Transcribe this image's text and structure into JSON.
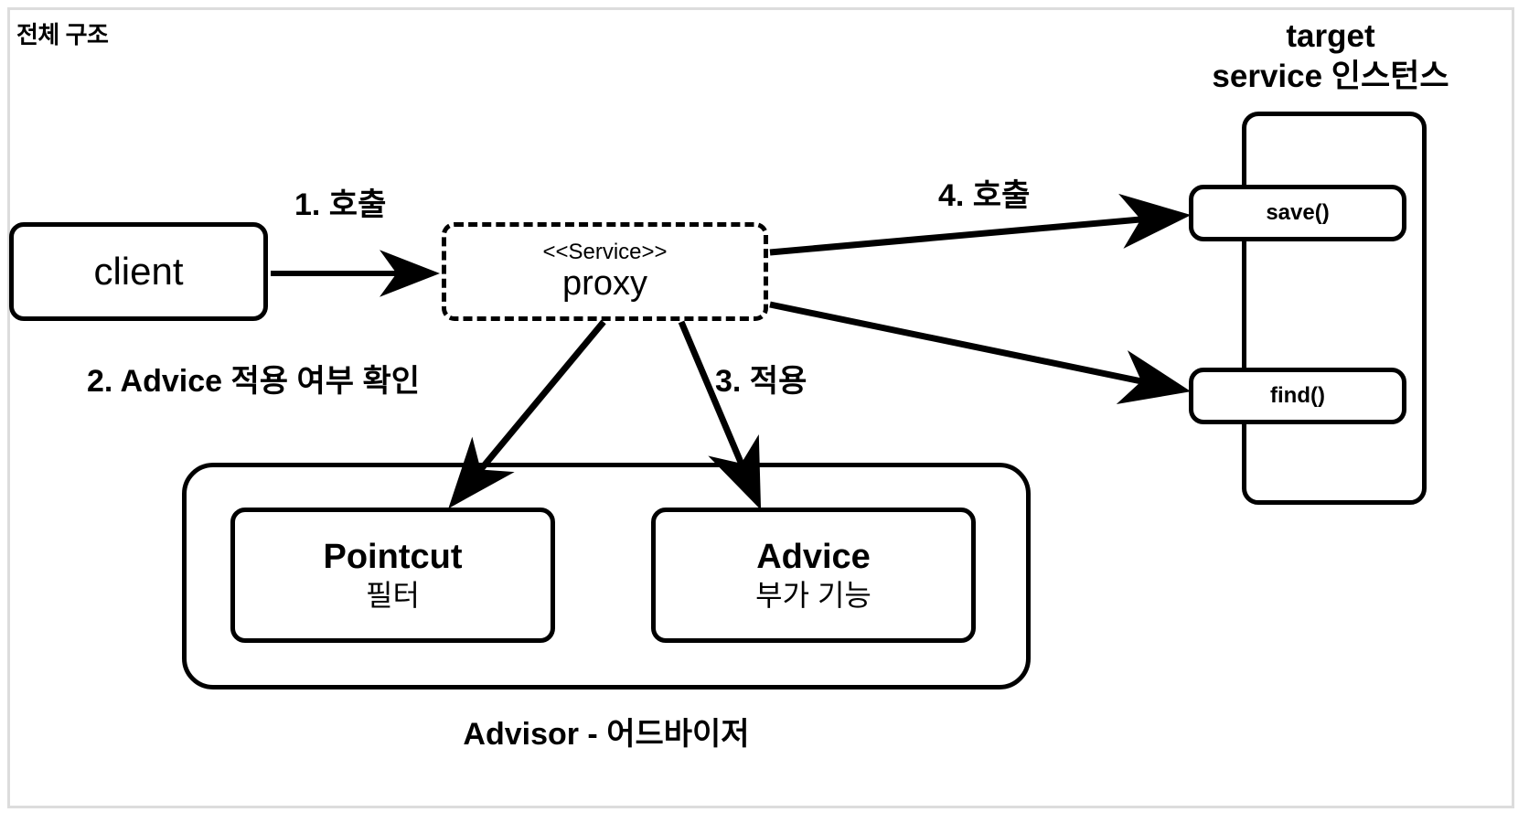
{
  "diagram": {
    "title": "전체 구조",
    "nodes": {
      "client": {
        "name": "client"
      },
      "proxy": {
        "stereotype": "<<Service>>",
        "name": "proxy"
      },
      "save": {
        "name": "save()"
      },
      "find": {
        "name": "find()"
      },
      "pointcut": {
        "name": "Pointcut",
        "sub": "필터"
      },
      "advice": {
        "name": "Advice",
        "sub": "부가 기능"
      }
    },
    "groups": {
      "target": {
        "caption_line1": "target",
        "caption_line2": "service 인스턴스"
      },
      "advisor": {
        "caption": "Advisor - 어드바이저"
      }
    },
    "edges": [
      {
        "id": "1",
        "label": "1. 호출",
        "from": "client",
        "to": "proxy"
      },
      {
        "id": "2",
        "label": "2. Advice 적용 여부 확인",
        "from": "proxy",
        "to": "pointcut"
      },
      {
        "id": "3",
        "label": "3. 적용",
        "from": "proxy",
        "to": "advice"
      },
      {
        "id": "4",
        "label": "4. 호출",
        "from": "proxy",
        "to": "save"
      }
    ],
    "colors": {
      "stroke": "#000000",
      "background": "#ffffff",
      "frame": "#dcdcdc"
    }
  }
}
